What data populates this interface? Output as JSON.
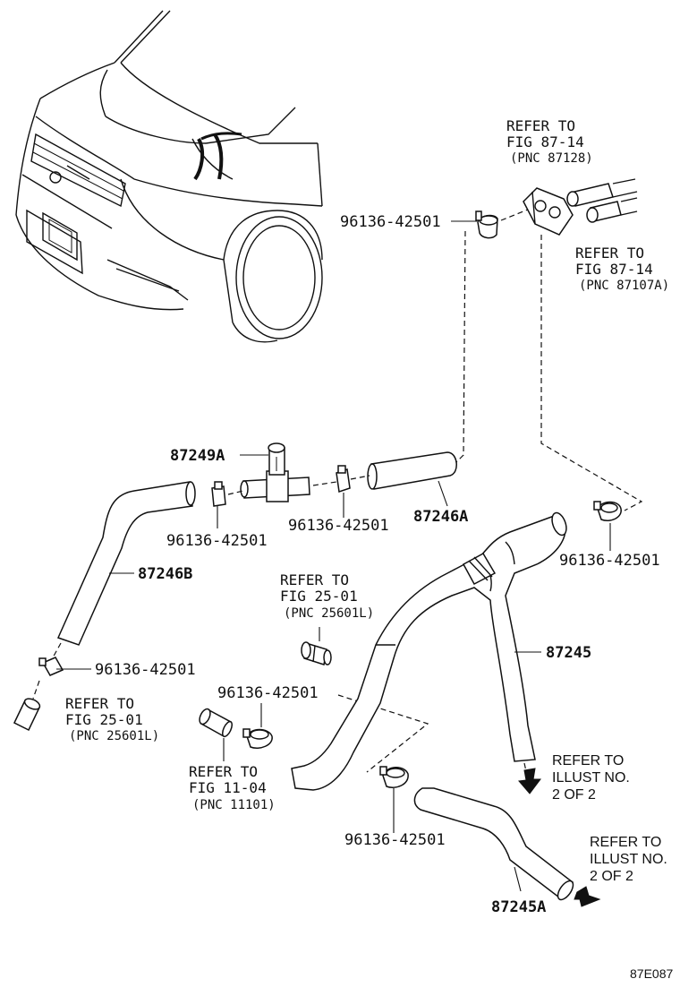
{
  "labels": {
    "refer_87128": {
      "l1": "REFER TO",
      "l2": "FIG 87-14",
      "l3": "(PNC 87128)"
    },
    "refer_87107a": {
      "l1": "REFER TO",
      "l2": "FIG 87-14",
      "l3": "(PNC 87107A)"
    },
    "clamp_top": "96136-42501",
    "part_87249a": "87249A",
    "clamp_left_mid": "96136-42501",
    "clamp_mid": "96136-42501",
    "part_87246a": "87246A",
    "clamp_right": "96136-42501",
    "part_87246b": "87246B",
    "refer_25601l_a": {
      "l1": "REFER TO",
      "l2": "FIG 25-01",
      "l3": "(PNC 25601L)"
    },
    "part_87245": "87245",
    "clamp_left_low": "96136-42501",
    "refer_25601l_b": {
      "l1": "REFER TO",
      "l2": "FIG 25-01",
      "l3": "(PNC 25601L)"
    },
    "clamp_low_mid": "96136-42501",
    "refer_11101": {
      "l1": "REFER TO",
      "l2": "FIG 11-04",
      "l3": "(PNC 11101)"
    },
    "refer_illust_a": {
      "l1": "REFER TO",
      "l2": "ILLUST NO.",
      "l3": "2 OF 2"
    },
    "clamp_bottom": "96136-42501",
    "refer_illust_b": {
      "l1": "REFER TO",
      "l2": "ILLUST NO.",
      "l3": "2 OF 2"
    },
    "part_87245a": "87245A",
    "figure_code": "87E087"
  }
}
